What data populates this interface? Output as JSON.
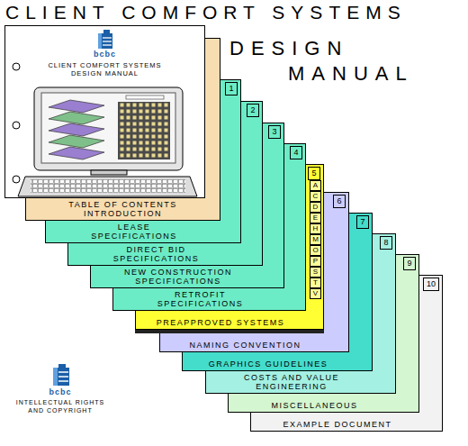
{
  "diagram": {
    "title": "CLIENT COMFORT SYSTEMS",
    "nodes": [
      {
        "text": [
          "bcbc",
          "CLIENT COMFORT SYSTEMS DESIGN MANUAL"
        ]
      },
      {
        "text": [
          "TABLE OF CONTENTS INTRODUCTION"
        ]
      },
      {
        "text": [
          "1",
          "LEASE SPECIFICATIONS"
        ]
      },
      {
        "text": [
          "2",
          "DIRECT BID SPECIFICATIONS"
        ]
      },
      {
        "text": [
          "3",
          "NEW CONSTRUCTION SPECIFICATIONS"
        ]
      },
      {
        "text": [
          "4",
          "RETROFIT SPECIFICATIONS"
        ]
      },
      {
        "text": [
          "5",
          "PREAPPROVED SYSTEMS"
        ]
      },
      {
        "text": [
          "6",
          "NAMING CONVENTION"
        ]
      },
      {
        "text": [
          "7",
          "GRAPHICS GUIDELINES"
        ]
      },
      {
        "text": [
          "8",
          "COSTS AND VALUE ENGINEERING"
        ]
      },
      {
        "text": [
          "9",
          "MISCELLANEOUS"
        ]
      },
      {
        "text": [
          "10",
          "EXAMPLE DOCUMENT"
        ]
      },
      {
        "text": [
          "A"
        ],
        "in": 6
      },
      {
        "text": [
          "C"
        ],
        "in": 6
      },
      {
        "text": [
          "D"
        ],
        "in": 6
      },
      {
        "text": [
          "E"
        ],
        "in": 6
      },
      {
        "text": [
          "H"
        ],
        "in": 6
      },
      {
        "text": [
          "M"
        ],
        "in": 6
      },
      {
        "text": [
          "O"
        ],
        "in": 6
      },
      {
        "text": [
          "P"
        ],
        "in": 6
      },
      {
        "text": [
          "S"
        ],
        "in": 6
      },
      {
        "text": [
          "T"
        ],
        "in": 6
      },
      {
        "text": [
          "V"
        ],
        "in": 6
      }
    ],
    "labels": [
      "DESIGN MANUAL",
      "bcbc",
      "INTELLECTUAL RIGHTS AND COPYRIGHT"
    ]
  }
}
